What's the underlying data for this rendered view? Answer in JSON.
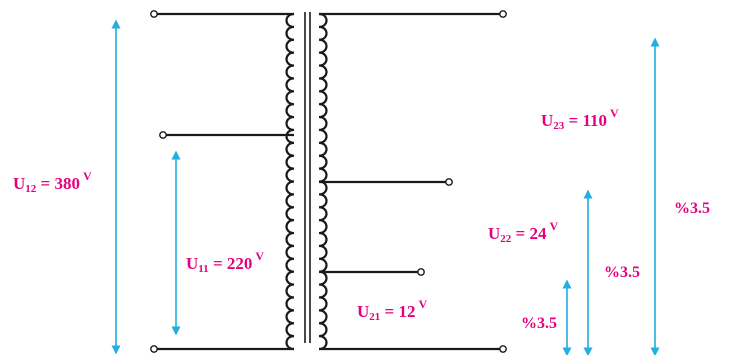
{
  "labels": {
    "u12": {
      "sym": "U",
      "sub": "12",
      "eq": " = 380",
      "unit": "V"
    },
    "u11": {
      "sym": "U",
      "sub": "11",
      "eq": " = 220",
      "unit": "V"
    },
    "u23": {
      "sym": "U",
      "sub": "23",
      "eq": " = 110",
      "unit": "V"
    },
    "u22": {
      "sym": "U",
      "sub": "22",
      "eq": " = 24",
      "unit": "V"
    },
    "u21": {
      "sym": "U",
      "sub": "21",
      "eq": " = 12",
      "unit": "V"
    }
  },
  "percent": {
    "p1": "%3.5",
    "p2": "%3.5",
    "p3": "%3.5"
  },
  "colors": {
    "wire": "#1a1a1a",
    "arrow": "#22aee0",
    "label": "#e6007e"
  }
}
